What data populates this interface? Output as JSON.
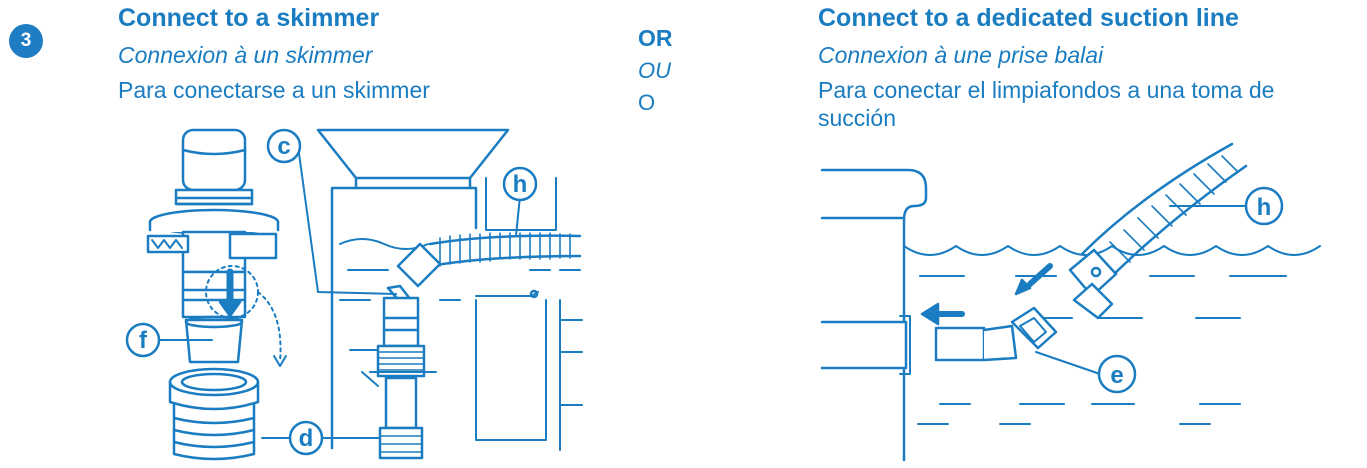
{
  "step": {
    "number": "3"
  },
  "left": {
    "title": "Connect to a skimmer",
    "title_fr": "Connexion à un skimmer",
    "title_es": "Para conectarse a un skimmer"
  },
  "separator": {
    "en": "OR",
    "fr": "OU",
    "es": "O"
  },
  "right": {
    "title": "Connect to a dedicated suction line",
    "title_fr": "Connexion à une prise balai",
    "title_es": "Para conectar el limpiafondos a una toma de succión"
  },
  "callouts": {
    "c": "c",
    "d": "d",
    "e": "e",
    "f": "f",
    "h_left": "h",
    "h_right": "h"
  },
  "colors": {
    "primary": "#1a7cc1",
    "badge": "#1f7dc4",
    "background": "#ffffff"
  }
}
